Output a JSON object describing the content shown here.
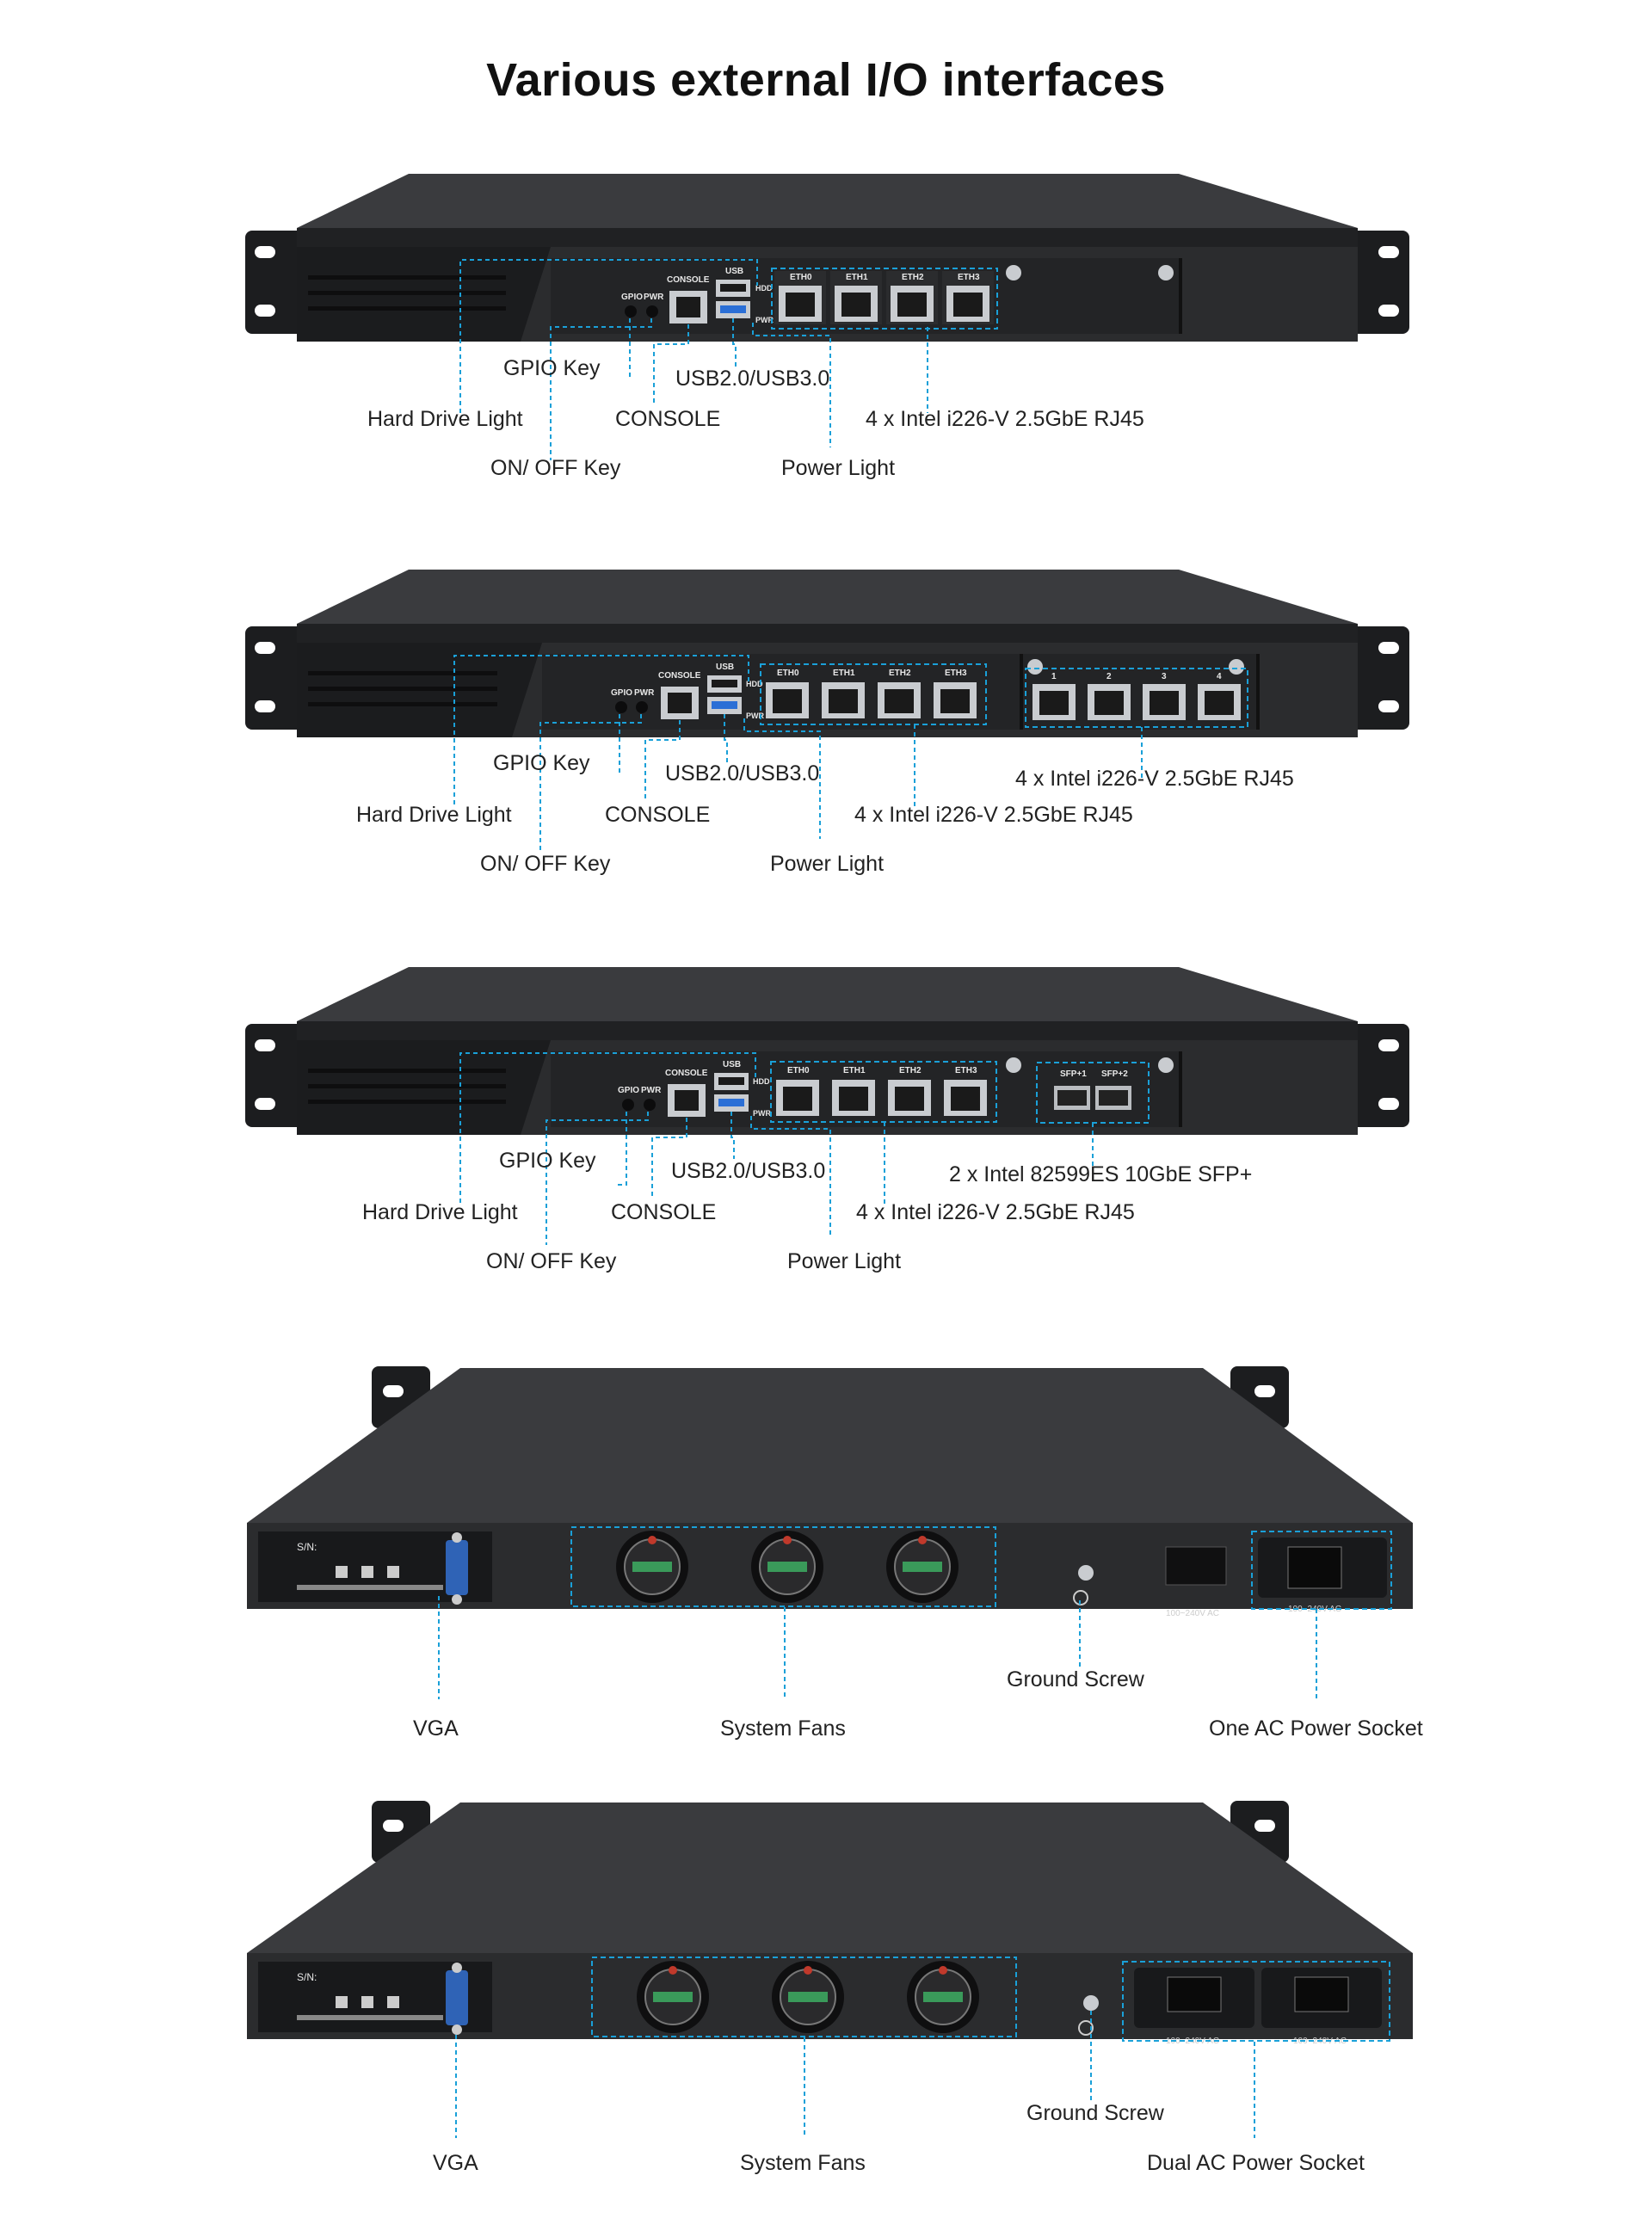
{
  "title": "Various external I/O interfaces",
  "colors": {
    "accent": "#1aa0d8",
    "chassis": "#2b2c2e",
    "chassis_dark": "#17181a",
    "panel": "#1e1f21"
  },
  "panel_text": {
    "gpio": "GPIO",
    "pwr": "PWR",
    "console": "CONSOLE",
    "usb": "USB",
    "hdd": "HDD",
    "pwr_led": "PWR",
    "eth": [
      "ETH0",
      "ETH1",
      "ETH2",
      "ETH3"
    ],
    "port_nums": [
      "1",
      "2",
      "3",
      "4"
    ],
    "sfp": [
      "SFP+1",
      "SFP+2"
    ],
    "sn": "S/N:",
    "ac_rating": "100~240V   AC"
  },
  "front_1": {
    "gpio_key": "GPIO Key",
    "usb": "USB2.0/USB3.0",
    "hdd_light": "Hard Drive Light",
    "console": "CONSOLE",
    "eth": "4 x Intel i226-V 2.5GbE RJ45",
    "onoff": "ON/ OFF Key",
    "power_light": "Power Light"
  },
  "front_2": {
    "gpio_key": "GPIO Key",
    "usb": "USB2.0/USB3.0",
    "eth_ext": "4 x Intel i226-V 2.5GbE RJ45",
    "hdd_light": "Hard Drive Light",
    "console": "CONSOLE",
    "eth": "4 x Intel i226-V 2.5GbE RJ45",
    "onoff": "ON/ OFF Key",
    "power_light": "Power Light"
  },
  "front_3": {
    "gpio_key": "GPIO Key",
    "usb": "USB2.0/USB3.0",
    "sfp": "2 x Intel 82599ES 10GbE SFP+",
    "hdd_light": "Hard Drive Light",
    "console": "CONSOLE",
    "eth": "4 x Intel i226-V 2.5GbE RJ45",
    "onoff": "ON/ OFF Key",
    "power_light": "Power Light"
  },
  "rear_1": {
    "ground": "Ground Screw",
    "vga": "VGA",
    "fans": "System Fans",
    "power": "One AC Power Socket"
  },
  "rear_2": {
    "ground": "Ground Screw",
    "vga": "VGA",
    "fans": "System Fans",
    "power": "Dual AC Power Socket"
  }
}
